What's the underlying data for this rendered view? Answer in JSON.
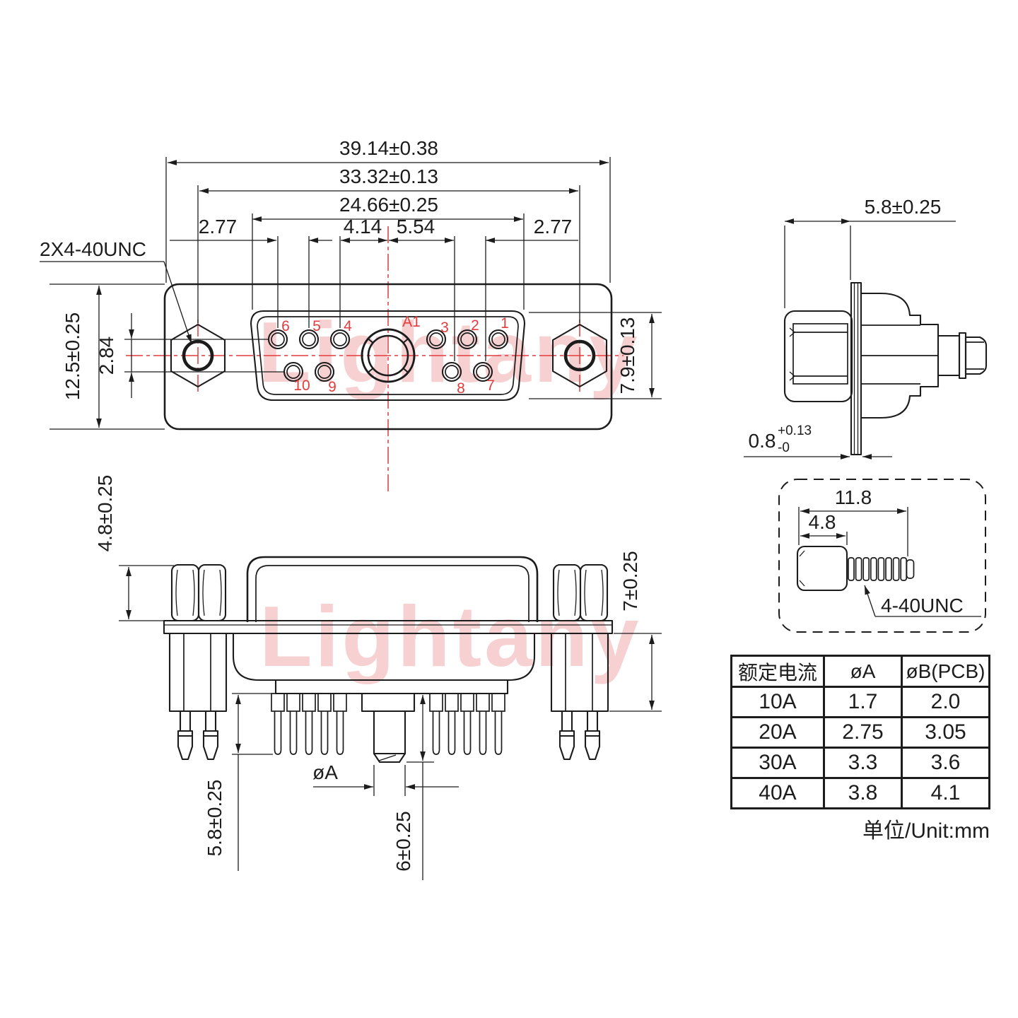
{
  "watermark": {
    "text": "Lightany"
  },
  "front_view": {
    "dims": {
      "overall_width": "39.14±0.38",
      "mount_span": "33.32±0.13",
      "face_width": "24.66±0.25",
      "pitch_left": "2.77",
      "pitch_a1_left": "4.14",
      "pitch_a1_right": "5.54",
      "pitch_right": "2.77",
      "overall_height": "12.5±0.25",
      "row_offset": "2.84",
      "face_height": "7.9±0.13",
      "thread_note": "2X4-40UNC"
    },
    "pins": [
      "6",
      "5",
      "4",
      "A1",
      "3",
      "2",
      "1",
      "10",
      "9",
      "8",
      "7"
    ]
  },
  "side_view": {
    "dims": {
      "standoff_depth": "5.8±0.25",
      "flange_thickness_value": "0.8",
      "flange_thickness_sup": "+0.13",
      "flange_thickness_sub": "-0"
    }
  },
  "bottom_view": {
    "dims": {
      "standoff_height": "4.8±0.25",
      "screw_length": "7±0.25",
      "pin_tail_length": "5.8±0.25",
      "big_pin_tail_length": "6±0.25",
      "big_pin_diameter": "øA"
    }
  },
  "screw_detail": {
    "dims": {
      "total_length": "11.8",
      "hex_length": "4.8"
    },
    "thread_label": "4-40UNC"
  },
  "table": {
    "headers": [
      "额定电流",
      "øA",
      "øB(PCB)"
    ],
    "rows": [
      [
        "10A",
        "1.7",
        "2.0"
      ],
      [
        "20A",
        "2.75",
        "3.05"
      ],
      [
        "30A",
        "3.3",
        "3.6"
      ],
      [
        "40A",
        "3.8",
        "4.1"
      ]
    ],
    "unit_note": "单位/Unit:mm"
  }
}
